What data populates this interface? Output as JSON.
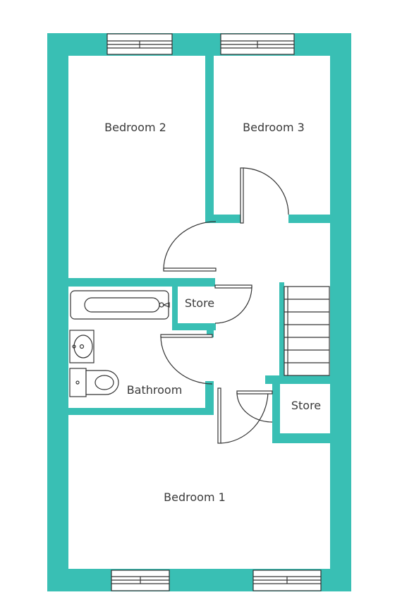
{
  "colors": {
    "wall": "#39bfb4",
    "floor": "#ffffff",
    "fixture_line": "#333333",
    "label_text": "#3a3a3a"
  },
  "rooms": {
    "bedroom_2": "Bedroom 2",
    "bedroom_3": "Bedroom 3",
    "store_upper": "Store",
    "bathroom": "Bathroom",
    "store_lower": "Store",
    "bedroom_1": "Bedroom 1"
  },
  "fixtures": [
    "bath-icon",
    "basin-icon",
    "toilet-icon",
    "staircase-icon"
  ]
}
